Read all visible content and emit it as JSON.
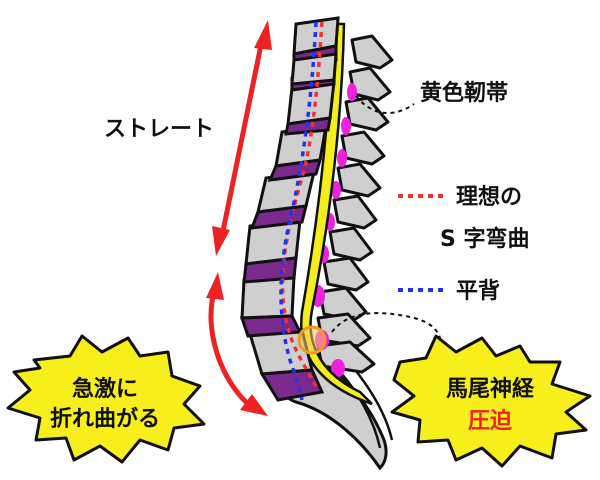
{
  "labels": {
    "straight": "ストレート",
    "ligament": "黄色靭帯",
    "ideal_line1": "理想の",
    "ideal_line2": "S 字弯曲",
    "flat_back": "平背",
    "burst_left_line1": "急激に",
    "burst_left_line2": "折れ曲がる",
    "burst_right_line1": "馬尾神経",
    "burst_right_line2": "圧迫"
  },
  "colors": {
    "vertebra": "#cfcfcf",
    "disc": "#7a2a8c",
    "ligament_yellow": "#f5ee1e",
    "ligament_pink": "#ee22dd",
    "ideal_line": "#ee3333",
    "flat_line": "#2233ee",
    "arrow": "#ee2222",
    "burst_fill": "#f6ef1c",
    "highlight_orange": "#f39a1d",
    "text": "#111111",
    "text_red": "#ee2222"
  }
}
